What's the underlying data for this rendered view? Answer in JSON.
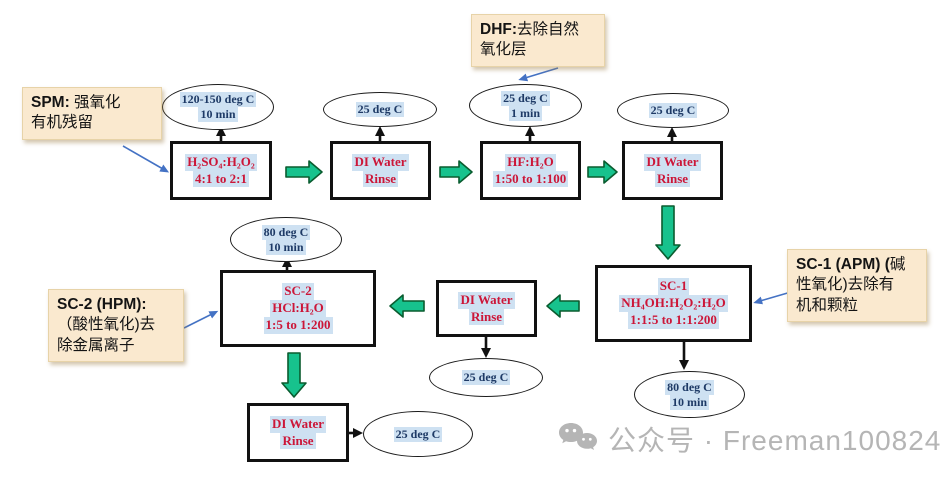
{
  "palette": {
    "box_text_red": "#cc1638",
    "condition_text_navy": "#1e3a66",
    "text_highlight_blue": "#cee1f2",
    "flow_arrow_green": "#17c28d",
    "flow_arrow_outline": "#0a5c2f",
    "callout_background": "#fae9cf",
    "pointer_arrow_blue": "#4472c4",
    "watermark_gray": "#b5b5b5",
    "box_border": "#111111"
  },
  "nodes": {
    "spm": {
      "lines": [
        "H₂SO₄:H₂O₂",
        "4:1 to 2:1"
      ]
    },
    "rinse1": {
      "lines": [
        "DI Water",
        "Rinse"
      ]
    },
    "hf": {
      "lines": [
        "HF:H₂O",
        "1:50 to 1:100"
      ]
    },
    "rinse2": {
      "lines": [
        "DI Water",
        "Rinse"
      ]
    },
    "sc1": {
      "lines": [
        "SC-1",
        "NH₄OH:H₂O₂:H₂O",
        "1:1:5 to 1:1:200"
      ]
    },
    "rinse3": {
      "lines": [
        "DI Water",
        "Rinse"
      ]
    },
    "sc2": {
      "lines": [
        "SC-2",
        "HCl:H₂O",
        "1:5 to 1:200"
      ]
    },
    "rinse4": {
      "lines": [
        "DI Water",
        "Rinse"
      ]
    }
  },
  "conditions": {
    "spm": {
      "lines": [
        "120-150 deg C",
        "10 min"
      ]
    },
    "rinse1": {
      "lines": [
        "25 deg C"
      ]
    },
    "hf": {
      "lines": [
        "25 deg C",
        "1 min"
      ]
    },
    "rinse2": {
      "lines": [
        "25 deg C"
      ]
    },
    "sc2": {
      "lines": [
        "80 deg C",
        "10 min"
      ]
    },
    "rinse3": {
      "lines": [
        "25 deg C"
      ]
    },
    "sc1": {
      "lines": [
        "80 deg C",
        "10 min"
      ]
    },
    "rinse4": {
      "lines": [
        "25 deg C"
      ]
    }
  },
  "callouts": {
    "spm": {
      "bold": "SPM:",
      "l1": " 强氧化",
      "l2": "有机残留"
    },
    "dhf": {
      "bold": "DHF:",
      "l1": "去除自然",
      "l2": "氧化层"
    },
    "sc1": {
      "bold": "SC-1 (APM) (",
      "l1": "碱",
      "l2": "性氧化)去除有",
      "l3": "机和颗粒"
    },
    "sc2": {
      "bold": "SC-2 (HPM):",
      "l2": "（酸性氧化)去",
      "l3": "除金属离子"
    }
  },
  "watermark": {
    "text": "公众号 · Freeman100824"
  }
}
